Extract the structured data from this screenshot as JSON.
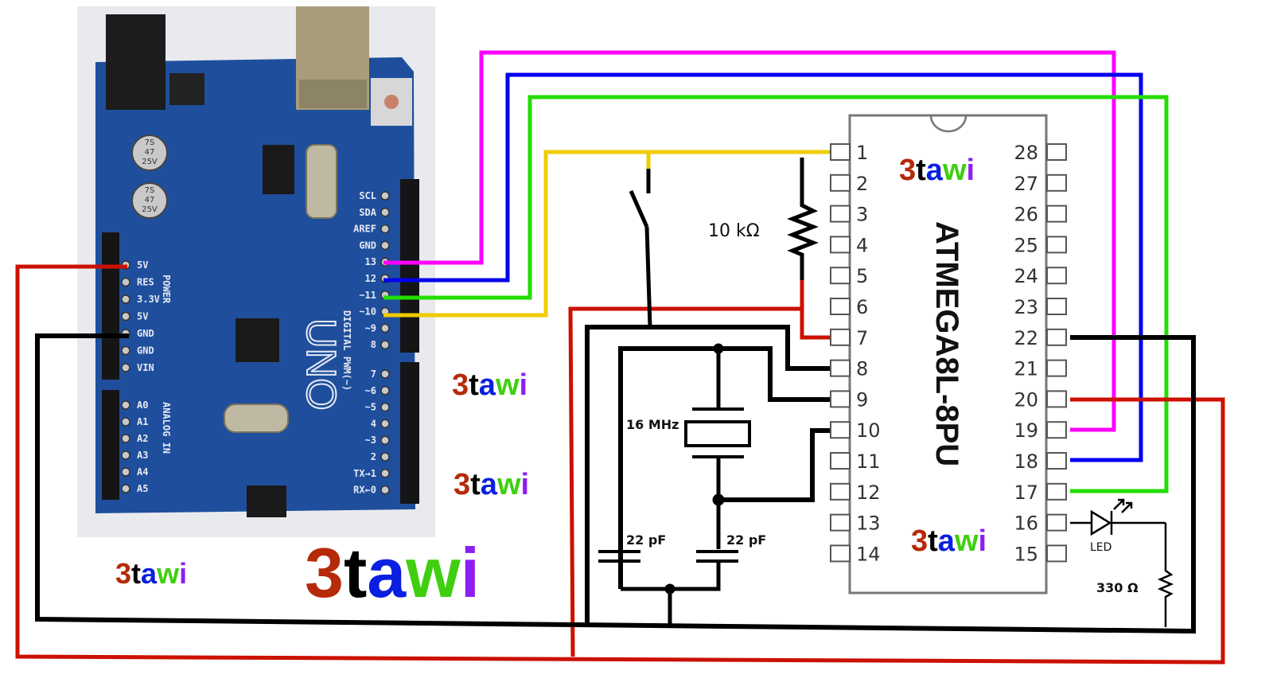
{
  "diagram": {
    "title": "Arduino UNO as ISP programming ATMEGA8L-8PU",
    "chip": {
      "name": "ATMEGA8L-8PU",
      "left_pins": [
        "1",
        "2",
        "3",
        "4",
        "5",
        "6",
        "7",
        "8",
        "9",
        "10",
        "11",
        "12",
        "13",
        "14"
      ],
      "right_pins": [
        "28",
        "27",
        "26",
        "25",
        "24",
        "23",
        "22",
        "21",
        "20",
        "19",
        "18",
        "17",
        "16",
        "15"
      ]
    },
    "components": {
      "pullup_resistor": "10 kΩ",
      "crystal": "16 MHz",
      "cap_left": "22 pF",
      "cap_right": "22 pF",
      "led": "LED",
      "led_resistor": "330 Ω"
    },
    "board": {
      "name": "UNO",
      "power_pins": [
        "5V",
        "RES",
        "3.3V",
        "5V",
        "GND",
        "GND",
        "VIN"
      ],
      "power_header": "POWER",
      "analog_pins": [
        "A0",
        "A1",
        "A2",
        "A3",
        "A4",
        "A5"
      ],
      "analog_header": "ANALOG IN",
      "digital_top": [
        "SCL",
        "SDA",
        "AREF",
        "GND",
        "13",
        "12",
        "~11",
        "~10",
        "~9",
        "8"
      ],
      "digital_bottom": [
        "7",
        "~6",
        "~5",
        "4",
        "~3",
        "2",
        "TX→1",
        "RX←0"
      ],
      "digital_header": "DIGITAL PWM(~)",
      "cap_label": [
        "7S",
        "47",
        "25V"
      ]
    },
    "wires": [
      {
        "from": "Arduino 13",
        "to": "ATMEGA pin 19",
        "color": "#ff00ff"
      },
      {
        "from": "Arduino 12",
        "to": "ATMEGA pin 18",
        "color": "#0000ee"
      },
      {
        "from": "Arduino 11",
        "to": "ATMEGA pin 17",
        "color": "#22dd00"
      },
      {
        "from": "Arduino 10",
        "to": "ATMEGA pin 1 (RESET)",
        "color": "#eecc00"
      },
      {
        "from": "Arduino 5V",
        "to": "ATMEGA pins 7, 20",
        "color": "#cc1100"
      },
      {
        "from": "Arduino GND",
        "to": "ATMEGA pins 8, 22",
        "color": "#000000"
      }
    ],
    "watermark": {
      "parts": [
        "3",
        "t",
        "a",
        "w",
        "i"
      ],
      "colors": [
        "#b52a0a",
        "#000000",
        "#0a1fe0",
        "#3fcf10",
        "#8a1ff0"
      ]
    }
  }
}
